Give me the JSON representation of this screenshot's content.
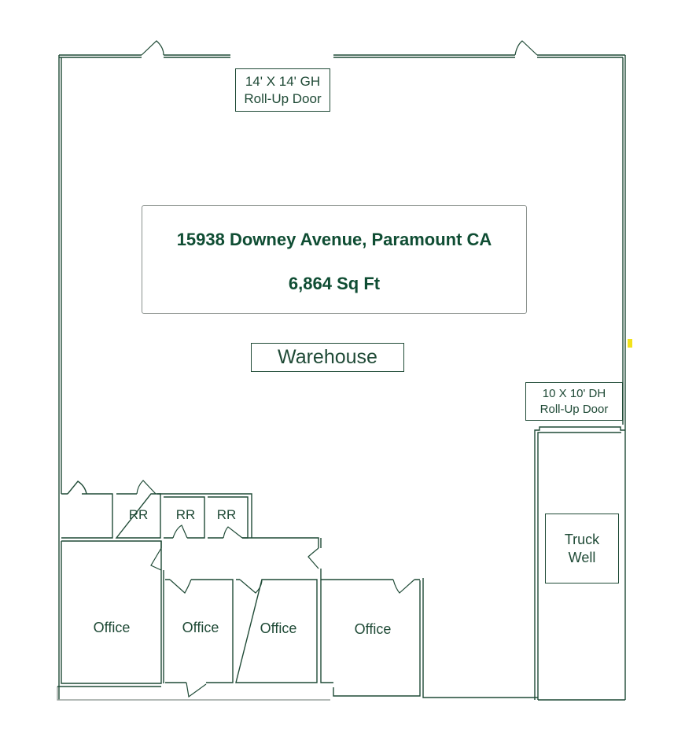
{
  "floor_plan": {
    "address": "15938 Downey Avenue, Paramount CA",
    "area": "6,864 Sq Ft",
    "main_room": "Warehouse",
    "doors": {
      "gh_door": {
        "line1": "14' X 14'  GH",
        "line2": "Roll-Up Door"
      },
      "dh_door": {
        "line1": "10 X 10'  DH",
        "line2": "Roll-Up Door"
      }
    },
    "truck_well": {
      "line1": "Truck",
      "line2": "Well"
    },
    "restrooms": [
      "RR",
      "RR",
      "RR"
    ],
    "offices": [
      "Office",
      "Office",
      "Office",
      "Office"
    ],
    "colors": {
      "wall": "#1f4a36",
      "text": "#0f4d33",
      "marker": "#f2e21b"
    }
  }
}
